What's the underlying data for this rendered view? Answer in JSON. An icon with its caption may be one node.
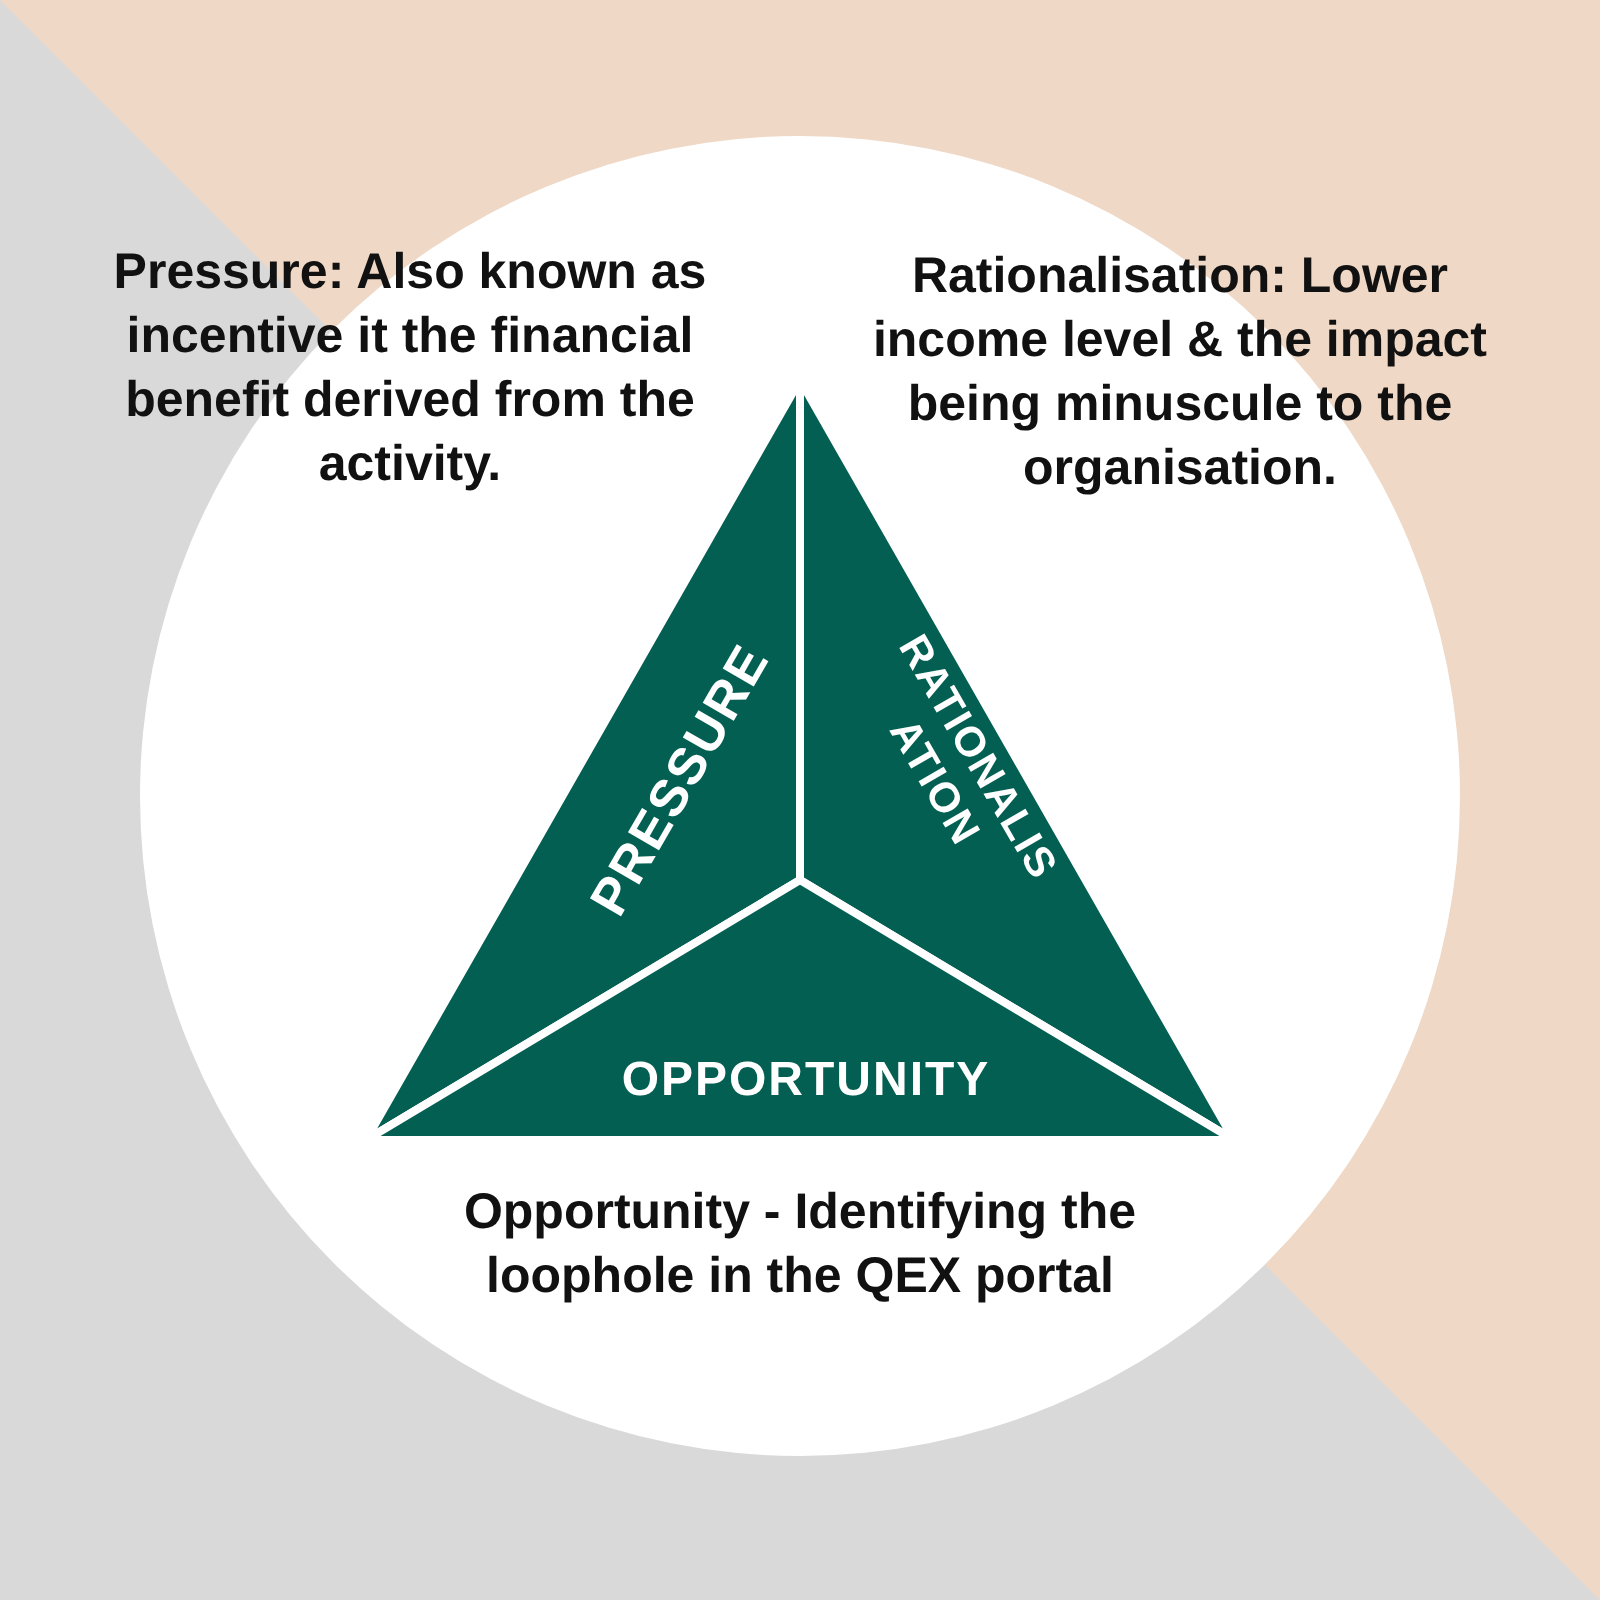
{
  "diagram": {
    "nodes": [
      {
        "text": [
          "PRESSURE"
        ]
      },
      {
        "text": [
          "RATIONALIS ATION"
        ]
      },
      {
        "text": [
          "OPPORTUNITY"
        ]
      }
    ],
    "labels": [
      "Pressure: Also known as incentive it the financial benefit derived from the activity.",
      "Rationalisation: Lower income level & the impact being minuscule to the organisation.",
      "Opportunity - Identifying the loophole in the QEX portal"
    ]
  }
}
